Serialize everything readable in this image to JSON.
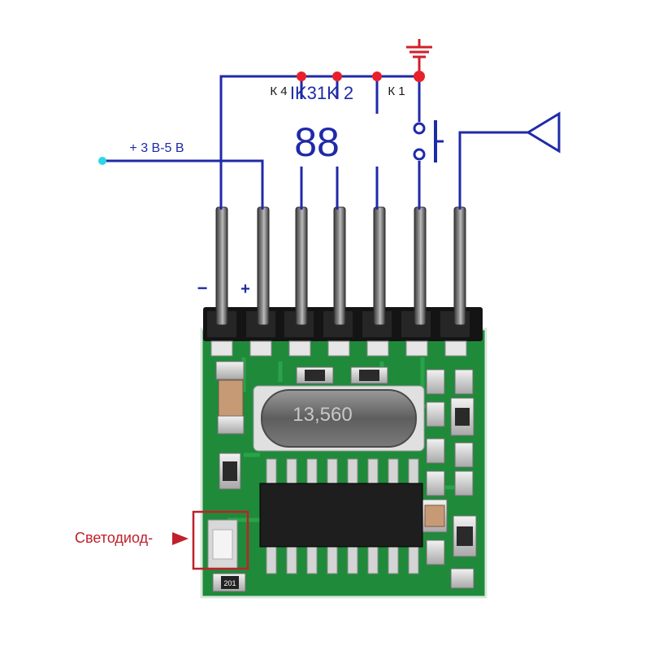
{
  "labels": {
    "k4": "К 4",
    "ik3_k2": "IK31K 2",
    "k1": "К 1",
    "supply": "+ 3 В-5 В",
    "digits": "88",
    "minus": "−",
    "plus": "+",
    "crystal": "13,560",
    "led": "Светодиод-",
    "smd_code": "201"
  },
  "colors": {
    "wire": "#1f2aa8",
    "node": "#e8202a",
    "ground": "#d0202a",
    "pcb": "#1f8a3a",
    "pcb_dark": "#166b2c",
    "supply_dot": "#2bd6e8",
    "led_box": "#c0202a"
  },
  "icons": [
    "ground-icon",
    "antenna-icon",
    "push-button-icon",
    "arrow-right-icon"
  ]
}
